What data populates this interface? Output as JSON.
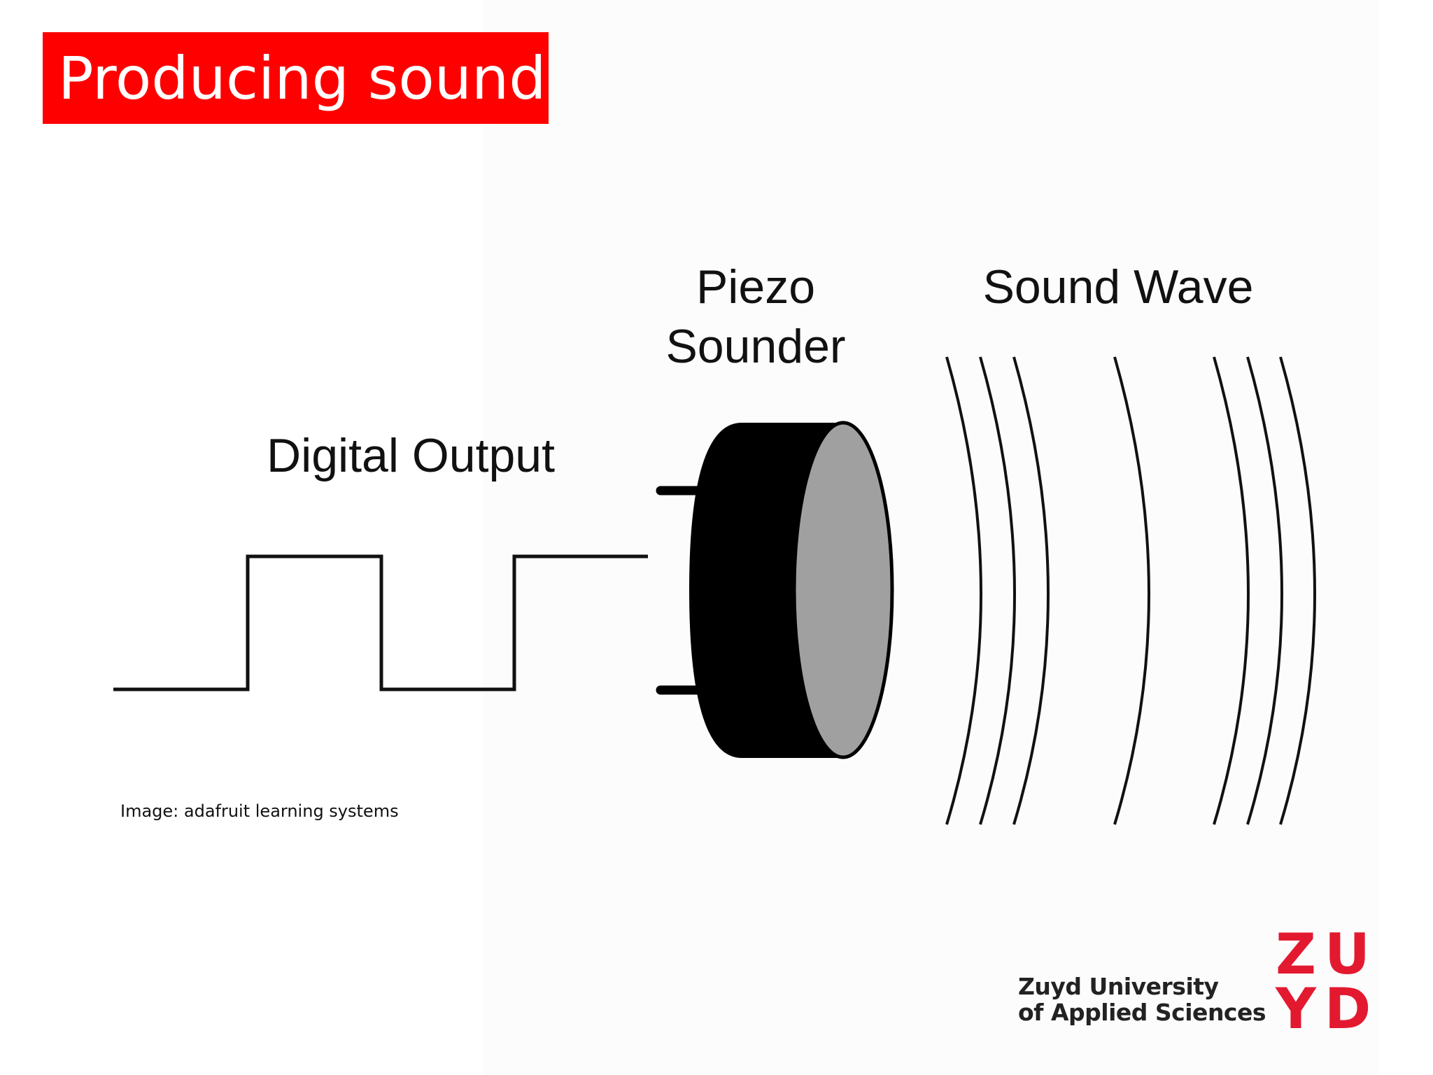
{
  "slide": {
    "title": "Producing sound",
    "title_background": "#ff0000"
  },
  "diagram": {
    "label_digital_output": "Digital Output",
    "label_piezo_line1": "Piezo",
    "label_piezo_line2": "Sounder",
    "label_sound_wave": "Sound Wave",
    "sounder_body_color": "#000000",
    "sounder_face_color": "#a0a0a0"
  },
  "credit": "Image: adafruit learning systems",
  "logo": {
    "line1": "Zuyd University",
    "line2": "of Applied Sciences",
    "mark_row1": "ZU",
    "mark_row2": "YD",
    "mark_color": "#e3192f"
  }
}
